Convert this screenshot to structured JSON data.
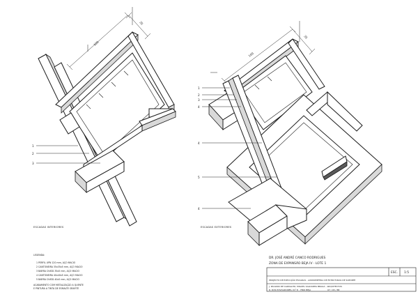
{
  "captions": {
    "left": "ESCADAS INTERIORES",
    "right": "ESCADAS EXTERIORES"
  },
  "callouts": {
    "left": [
      "1",
      "2",
      "3"
    ],
    "right": [
      "1",
      "2",
      "3",
      "4",
      "4",
      "5",
      "4"
    ]
  },
  "dimensions": {
    "left_long": "100",
    "left_short": "35",
    "right_long": "100",
    "right_short": "35"
  },
  "legend": {
    "title": "LEGENDA:",
    "items": [
      "1  PERFIL UPN 120 mm, AÇO MACIO",
      "2  CANTONEIRA 35x35x5 mm, AÇO MACIO",
      "3  BARRA CHATA 35x5 mm, AÇO MACIO",
      "4  CANTONEIRA 40x40x5 mm, AÇO MACIO",
      "5  BARRA CHATA 40x5 mm, AÇO MACIO"
    ],
    "notes": [
      "ACABAMENTO COM METALIZAÇÃO A QUENTE",
      "E PINTURA A TINTA DE ESMALTE GRAFITE"
    ]
  },
  "title_block": {
    "owner": "DR. JOSÉ ANDRÉ CANCO RODRIGUES",
    "location": "ZONA DE EXPANSÃO BEJA IV - LOTE 1",
    "scale_label": "ESC.",
    "scale_value": "1:5",
    "project": "PROJECTO DE EXECUÇÃO  ESCADAS - AXONOMETRIA DE ESTRUTURAS DE SUPORTE",
    "author": "J. PAULINO DE CARVALHO, MIGUEL SALDANHA BRAGA · ARQUITECTOS",
    "address": "R. DOS POVOADORES, N.º 8 · 7800 BEJA",
    "date": "07 / 03 / 88"
  }
}
